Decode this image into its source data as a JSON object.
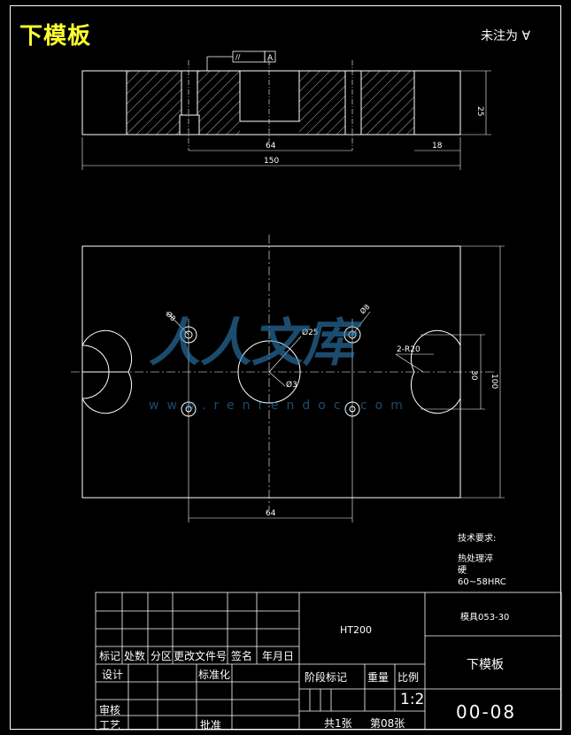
{
  "title": "下模板",
  "note": "未注为",
  "watermark": {
    "brand": "人人文库",
    "url": "www.renrendoc.com"
  },
  "top_view": {
    "tolerance_frame": "//",
    "datum": "A",
    "dims": {
      "width": "150",
      "center": "64",
      "right": "18",
      "height": "25"
    }
  },
  "plan_view": {
    "dims": {
      "height": "100",
      "inner": "30",
      "bottom": "64"
    },
    "labels": {
      "hole_center": "Ø25",
      "hole_inner": "Ø3",
      "hole_small": "Ø8",
      "slot": "2-R20"
    }
  },
  "tech_requirements": {
    "heading": "技术要求:",
    "line1": "热处理淬",
    "line2": "硬",
    "line3": "60~58HRC"
  },
  "title_block": {
    "material": "HT200",
    "drawing_no": "模具053-30",
    "part_name": "下模板",
    "code": "00-08",
    "scale": "1:2",
    "headers": [
      "标记",
      "处数",
      "分区",
      "更改文件号",
      "签名",
      "年月日"
    ],
    "design": "设计",
    "standardization": "标准化",
    "check": "审核",
    "process": "工艺",
    "approve": "批准",
    "stage": "阶段标记",
    "weight": "重量",
    "ratio": "比例",
    "total_sheets": "共1张",
    "sheet_no": "第08张"
  }
}
